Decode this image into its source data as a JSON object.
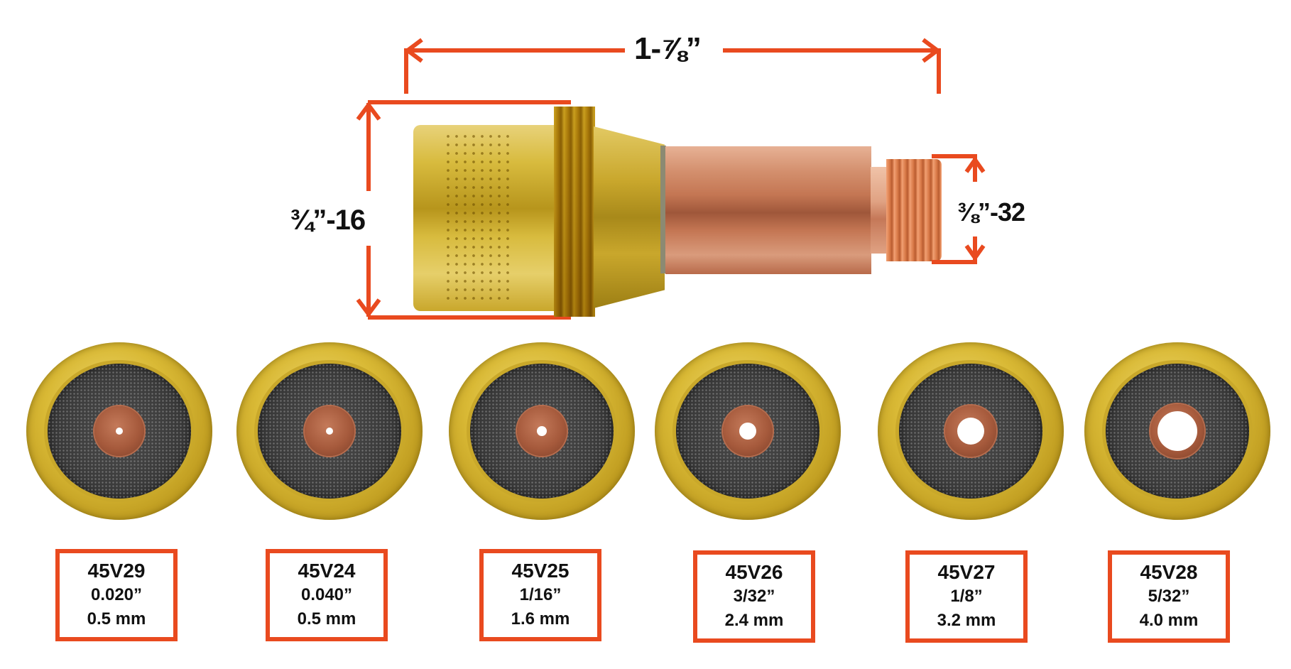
{
  "diagram": {
    "subject": "TIG gas lens collet body with six stainless-steel screen gas lens sizes",
    "accent_color": "#e94a1f",
    "dimensions": {
      "overall_length": "1-⅞”",
      "large_thread": "¾”-16",
      "small_thread": "⅜”-32"
    },
    "parts": [
      {
        "part_number": "45V29",
        "inch": "0.020”",
        "mm": "0.5 mm"
      },
      {
        "part_number": "45V24",
        "inch": "0.040”",
        "mm": "0.5 mm"
      },
      {
        "part_number": "45V25",
        "inch": "1/16”",
        "mm": "1.6 mm"
      },
      {
        "part_number": "45V26",
        "inch": "3/32”",
        "mm": "2.4 mm"
      },
      {
        "part_number": "45V27",
        "inch": "1/8”",
        "mm": "3.2 mm"
      },
      {
        "part_number": "45V28",
        "inch": "5/32”",
        "mm": "4.0 mm"
      }
    ]
  }
}
